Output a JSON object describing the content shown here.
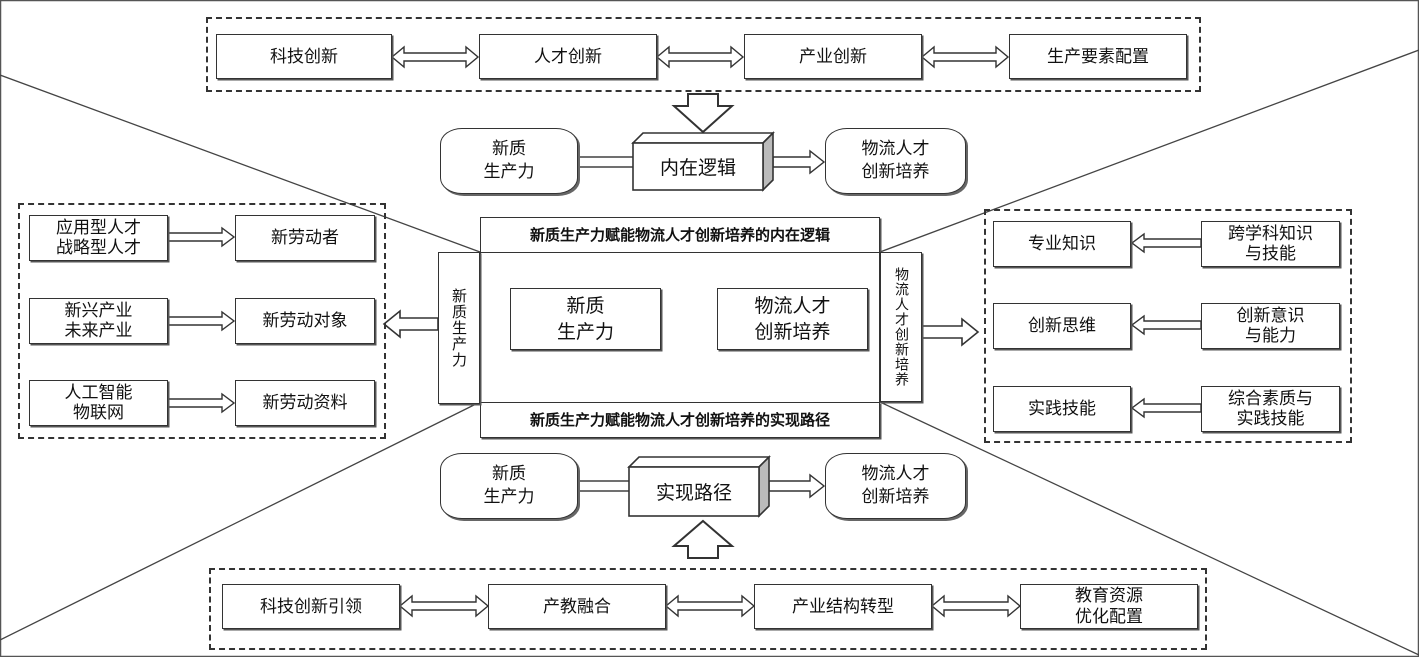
{
  "top_factors": [
    "科技创新",
    "人才创新",
    "产业创新",
    "生产要素配置"
  ],
  "bottom_factors": [
    "科技创新引领",
    "产教融合",
    "产业结构转型",
    "教育资源\n优化配置"
  ],
  "logic_row": {
    "left": "新质\n生产力",
    "middle": "内在逻辑",
    "right": "物流人才\n创新培养"
  },
  "path_row": {
    "left": "新质\n生产力",
    "middle": "实现路径",
    "right": "物流人才\n创新培养"
  },
  "center": {
    "top_label": "新质生产力赋能物流人才创新培养的内在逻辑",
    "bottom_label": "新质生产力赋能物流人才创新培养的实现路径",
    "left_side": "新质生产力",
    "right_side": "物流人才创新培养",
    "inner_left": "新质\n生产力",
    "inner_right": "物流人才\n创新培养"
  },
  "left_panel": [
    {
      "source": "应用型人才\n战略型人才",
      "target": "新劳动者"
    },
    {
      "source": "新兴产业\n未来产业",
      "target": "新劳动对象"
    },
    {
      "source": "人工智能\n物联网",
      "target": "新劳动资料"
    }
  ],
  "right_panel": [
    {
      "target": "专业知识",
      "source": "跨学科知识\n与技能"
    },
    {
      "target": "创新思维",
      "source": "创新意识\n与能力"
    },
    {
      "target": "实践技能",
      "source": "综合素质与\n实践技能"
    }
  ]
}
